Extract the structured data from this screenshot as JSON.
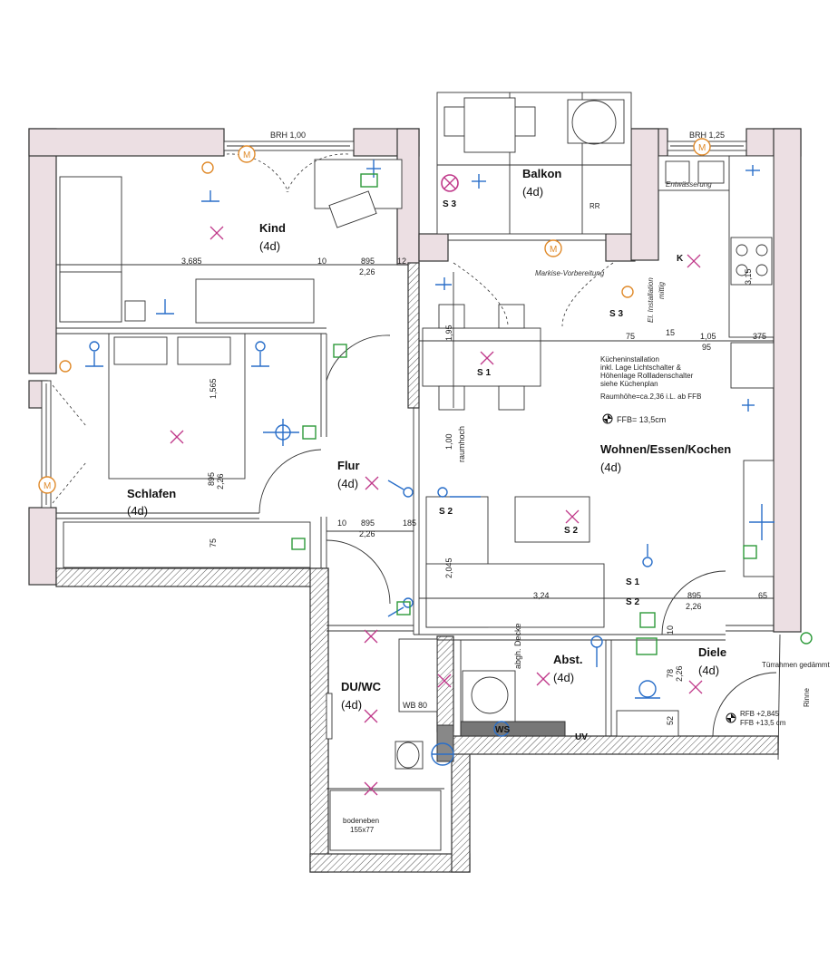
{
  "rooms": [
    {
      "name": "Kind",
      "size": "(4d)"
    },
    {
      "name": "Balkon",
      "size": "(4d)"
    },
    {
      "name": "Schlafen",
      "size": "(4d)"
    },
    {
      "name": "Flur",
      "size": "(4d)"
    },
    {
      "name": "Wohnen/Essen/Kochen",
      "size": "(4d)"
    },
    {
      "name": "DU/WC",
      "size": "(4d)"
    },
    {
      "name": "Abst.",
      "size": "(4d)"
    },
    {
      "name": "Diele",
      "size": "(4d)"
    }
  ],
  "windows": [
    "BRH 1,00",
    "BRH 1,25"
  ],
  "dimensions": {
    "kind_width": "3,685",
    "d10a": "10",
    "d895a": "895",
    "d226a": "2,26",
    "d12": "12",
    "schlafen_156": "1,565",
    "schlafen_895": "895",
    "schlafen_226": "2,26",
    "schlafen_75": "75",
    "flur_10": "10",
    "flur_895": "895",
    "flur_226": "2,26",
    "flur_18": "185",
    "essen_195": "1,95",
    "raumhoch_100": "1,00",
    "raumhoch": "raumhoch",
    "sofa_204": "2,045",
    "sofa_324": "3,24",
    "k75": "75",
    "k15": "15",
    "k105": "1,05",
    "k95": "95",
    "k375": "375",
    "k315": "3,15",
    "diele_895": "895",
    "diele_226": "2,26",
    "diele_65": "65",
    "abst_10": "10",
    "abst_78": "78",
    "abst_226": "2,26",
    "abst_52": "52"
  },
  "labels": {
    "entwaesserung": "Entwässerung",
    "markise": "Markise-Vorbereitung",
    "el_installation": "El. Installation",
    "mittig": "mittig",
    "kueche_note": [
      "Kücheninstallation",
      "inkl. Lage Lichtschalter &",
      "Höhenlage Rollladenschalter",
      "siehe Küchenplan"
    ],
    "raumhoehe": "Raumhöhe=ca.2,36 i.L. ab FFB",
    "ffb": "FFB= 13,5cm",
    "abgh_decke": "abgh. Decke",
    "wb": "WB 80",
    "ws": "WS",
    "uv": "UV",
    "bodeneben": "bodeneben",
    "dusche_size": "155x77",
    "tuerrahmen": "Türrahmen gedämmt",
    "rinne": "Rinne",
    "rfb": "RFB +2,845",
    "ffb2": "FFB +13,5 cm",
    "rr": "RR",
    "k": "K",
    "s1": "S 1",
    "s2": "S 2",
    "s3": "S 3",
    "m": "M"
  },
  "colors": {
    "wall_fill": "#ecdfe3",
    "switch_blue": "#2a6fc9",
    "socket_green": "#2d9a3a",
    "motor_orange": "#e08a2a",
    "light_magenta": "#c0398a"
  }
}
